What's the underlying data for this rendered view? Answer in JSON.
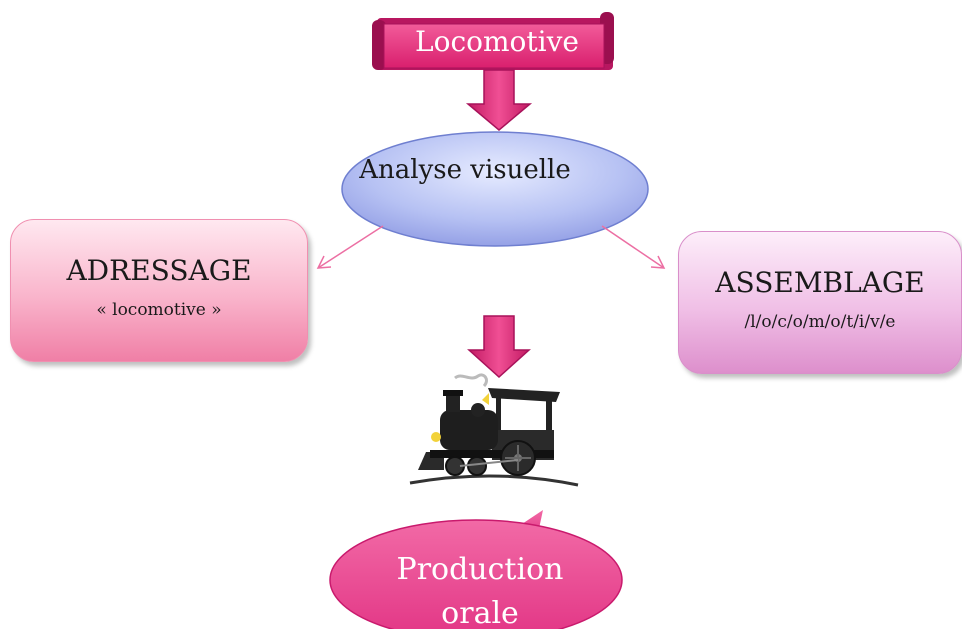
{
  "source_word": "Locomotive",
  "process": "Analyse visuelle",
  "left_route": {
    "title": "ADRESSAGE",
    "subtitle": "« locomotive »"
  },
  "right_route": {
    "title": "ASSEMBLAGE",
    "subtitle": "/l/o/c/o/m/o/t/i/v/e"
  },
  "output": "Production orale",
  "colors": {
    "pink": "#e8337f",
    "blue_ellipse": "#a9b4ef",
    "magenta_box": "#f07fa6",
    "mauve_box": "#dd8fcc"
  },
  "icons": [
    "locomotive-illustration"
  ]
}
